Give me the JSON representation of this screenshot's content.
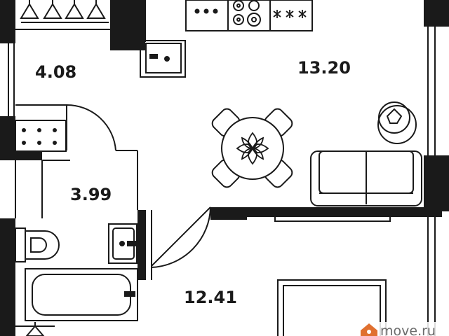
{
  "rooms": [
    {
      "id": "wardrobe",
      "area": "4.08"
    },
    {
      "id": "kitchen-living",
      "area": "13.20"
    },
    {
      "id": "bathroom",
      "area": "3.99"
    },
    {
      "id": "bedroom",
      "area": "12.41"
    }
  ],
  "watermark": {
    "text": "move.ru"
  },
  "colors": {
    "wall": "#1a1a1a",
    "line": "#1a1a1a",
    "background": "#ffffff",
    "watermark_text": "#6b6b6b",
    "watermark_icon": "#e07030"
  },
  "icons": [
    "hanger-icon",
    "sink-icon",
    "stove-icon",
    "dining-table-icon",
    "flower-icon",
    "plant-icon",
    "sofa-icon",
    "tv-stand-icon",
    "toilet-icon",
    "bathtub-icon",
    "washbasin-icon",
    "bed-icon",
    "house-pin-icon"
  ]
}
